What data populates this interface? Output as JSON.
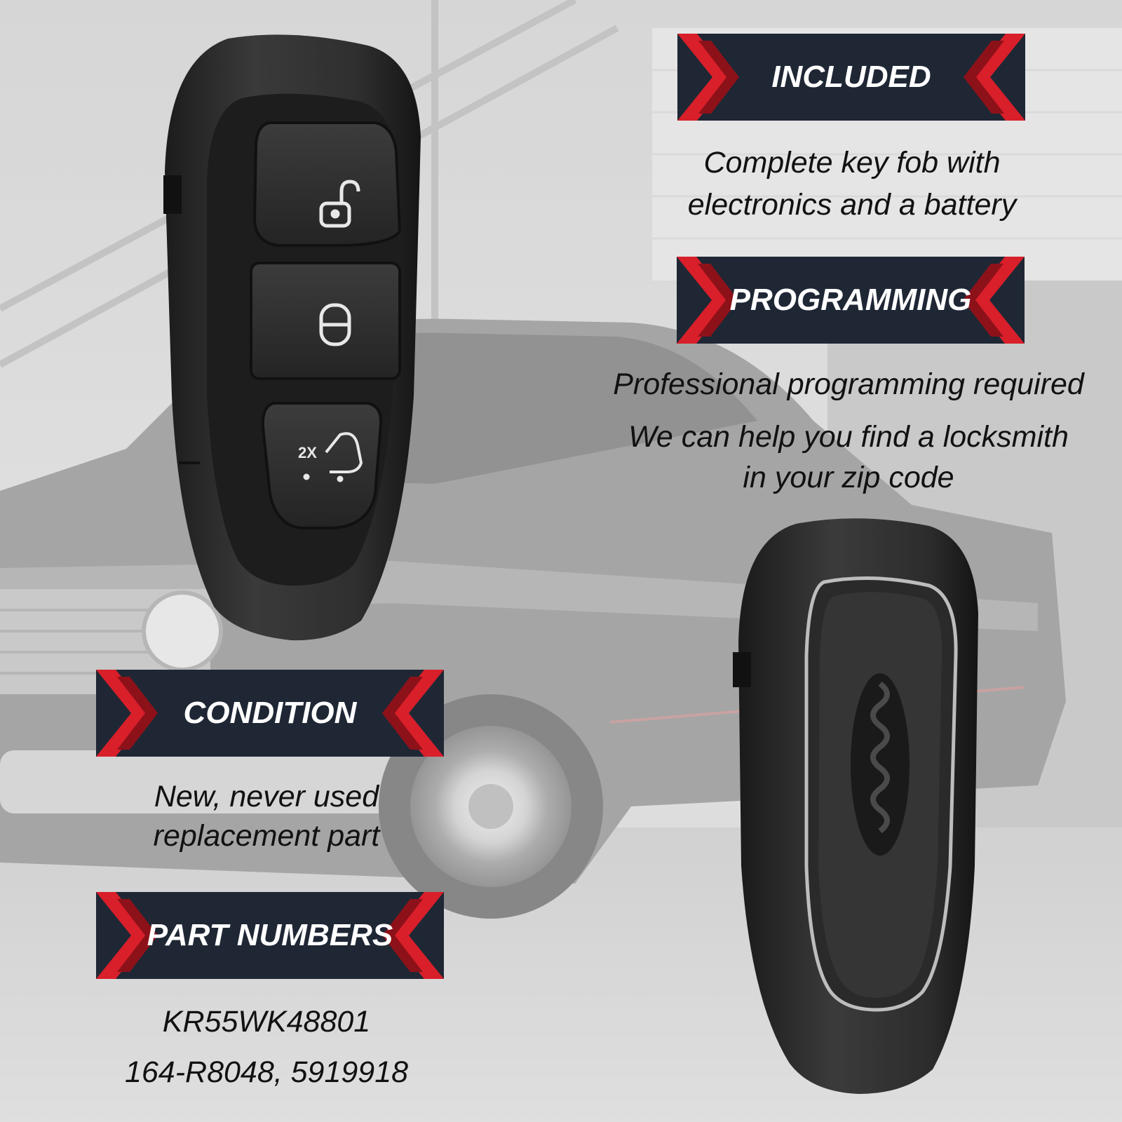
{
  "colors": {
    "banner_bg": "#1f2735",
    "chevron_red": "#d81f2a",
    "chevron_dark_red": "#8d1119",
    "fob_body": "#2b2b2b",
    "text": "#111111"
  },
  "sections": {
    "included": {
      "heading": "INCLUDED",
      "lines": [
        "Complete key fob with",
        "electronics and a battery"
      ]
    },
    "programming": {
      "heading": "PROGRAMMING",
      "line1": "Professional programming required",
      "line2": "We can help you find a locksmith",
      "line3": "in your zip code"
    },
    "condition": {
      "heading": "CONDITION",
      "lines": [
        "New, never used",
        "replacement part"
      ]
    },
    "part_numbers": {
      "heading": "PART NUMBERS",
      "line1": "KR55WK48801",
      "line2": "164-R8048, 5919918"
    }
  },
  "fob_front": {
    "buttons": [
      "unlock-icon",
      "lock-icon",
      "trunk-icon"
    ],
    "trunk_label": "2X"
  },
  "fob_back": {
    "emblem": "oval-emblem-icon"
  }
}
